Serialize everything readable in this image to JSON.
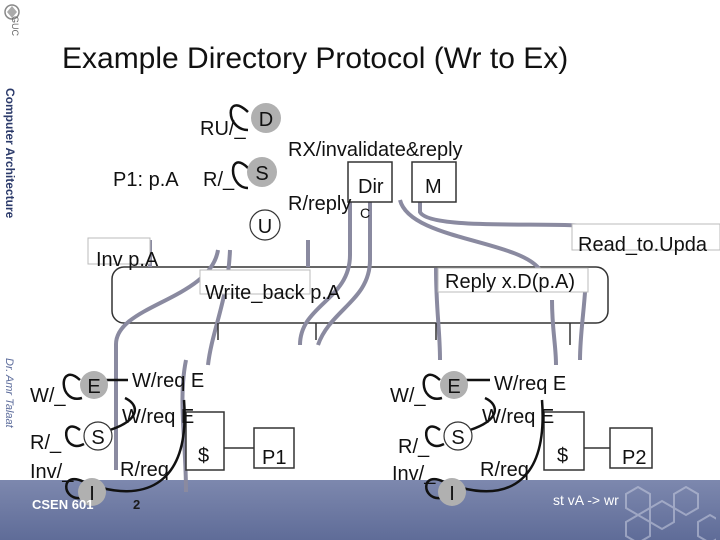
{
  "slide": {
    "title": "Example Directory Protocol (Wr to Ex)",
    "sidebar_logo": "GUC",
    "sidebar_course": "Computer Architecture",
    "sidebar_author": "Dr. Amr Talaat",
    "footer_left": "CSEN 601",
    "footer_page": "2",
    "footer_note": "st vA -> wr"
  },
  "directory": {
    "states": {
      "d": "D",
      "s": "S",
      "u": "U"
    },
    "label_ru": "RU/_",
    "label_p1": "P1: p.A",
    "label_r": "R/_",
    "label_rx": "RX/invalidate&reply",
    "label_rreply": "R/reply",
    "label_c": "C",
    "label_dir": "Dir",
    "label_m": "M"
  },
  "bus": {
    "inv": "Inv p.A",
    "write_back": "Write_back p.A",
    "read_to_update": "Read_to.Upda",
    "reply": "Reply x.D(p.A)"
  },
  "cache1": {
    "states": {
      "e": "E",
      "s": "S",
      "i": "I"
    },
    "w": "W/_",
    "wreq_e1": "W/req E",
    "wreq_e2": "W/req E",
    "r": "R/_",
    "rreq": "R/req",
    "inv": "Inv/_",
    "dollar": "$",
    "proc": "P1"
  },
  "cache2": {
    "states": {
      "e": "E",
      "s": "S",
      "i": "I"
    },
    "w": "W/_",
    "wreq_e1": "W/req E",
    "wreq_e2": "W/req E",
    "r": "R/_",
    "rreq": "R/req",
    "inv": "Inv/_",
    "dollar": "$",
    "proc": "P2"
  }
}
